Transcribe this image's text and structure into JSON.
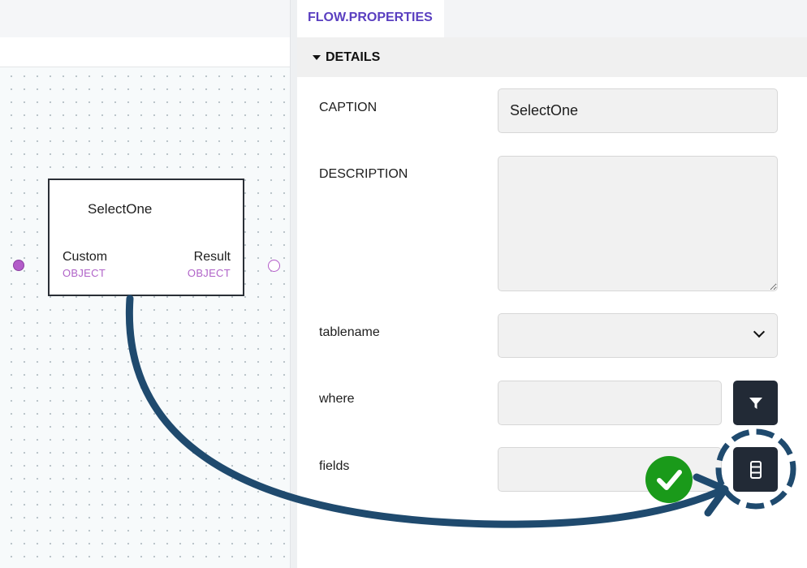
{
  "canvas": {
    "node": {
      "title": "SelectOne",
      "input_port": {
        "label": "Custom",
        "type": "OBJECT"
      },
      "output_port": {
        "label": "Result",
        "type": "OBJECT"
      }
    }
  },
  "panel": {
    "tab_label": "FLOW.PROPERTIES",
    "section_title": "DETAILS",
    "fields": {
      "caption": {
        "label": "CAPTION",
        "value": "SelectOne"
      },
      "description": {
        "label": "DESCRIPTION",
        "value": ""
      },
      "tablename": {
        "label": "tablename",
        "value": ""
      },
      "where": {
        "label": "where",
        "value": ""
      },
      "fields": {
        "label": "fields",
        "value": ""
      }
    }
  },
  "icons": {
    "section_toggle": "caret-down-icon",
    "tablename_dropdown": "chevron-down-icon",
    "where_button": "filter-icon",
    "fields_button": "columns-list-icon",
    "annotation_badge": "checkmark-icon"
  },
  "colors": {
    "accent": "#5a3fc0",
    "port_type": "#b063c8",
    "button_bg": "#222a36",
    "annotation_arrow": "#1f4a6e",
    "check_badge": "#1a9a1a"
  }
}
